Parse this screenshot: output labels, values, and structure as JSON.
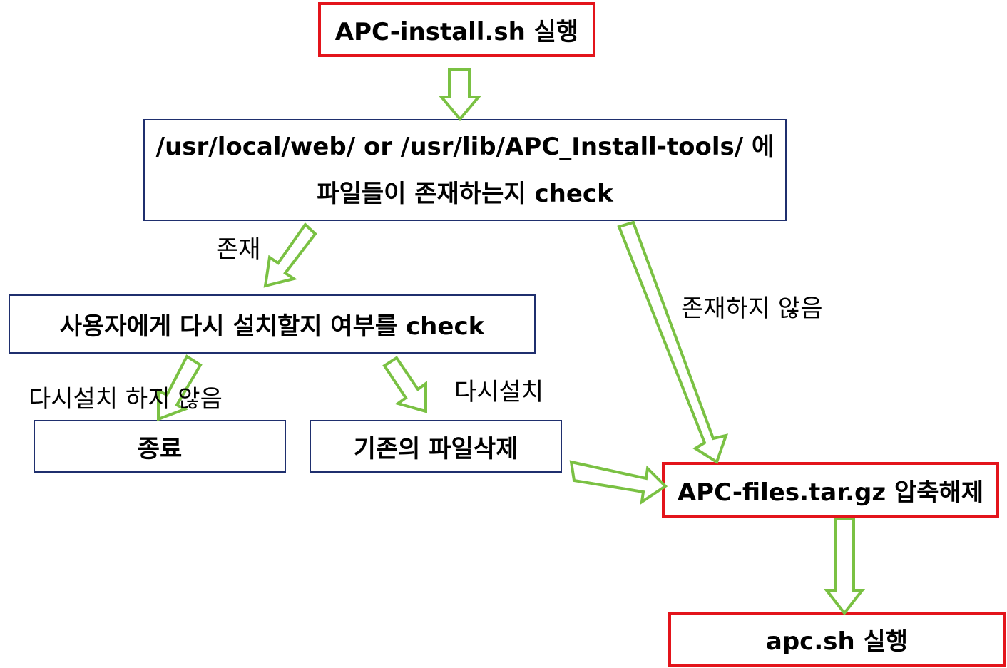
{
  "nodes": {
    "start": "APC-install.sh 실행",
    "check_files_line1": "/usr/local/web/ or /usr/lib/APC_Install-tools/ 에",
    "check_files_line2": "파일들이 존재하는지 check",
    "ask_user": "사용자에게 다시 설치할지 여부를 check",
    "exit": "종료",
    "delete_files": "기존의 파일삭제",
    "extract": "APC-files.tar.gz 압축해제",
    "run_apc": "apc.sh 실행"
  },
  "edge_labels": {
    "exists": "존재",
    "not_exists": "존재하지 않음",
    "no_reinstall": "다시설치 하지 않음",
    "reinstall": "다시설치"
  },
  "colors": {
    "terminal_border": "#e3141b",
    "process_border": "#1f2f6e",
    "arrow_stroke": "#7ac143"
  }
}
